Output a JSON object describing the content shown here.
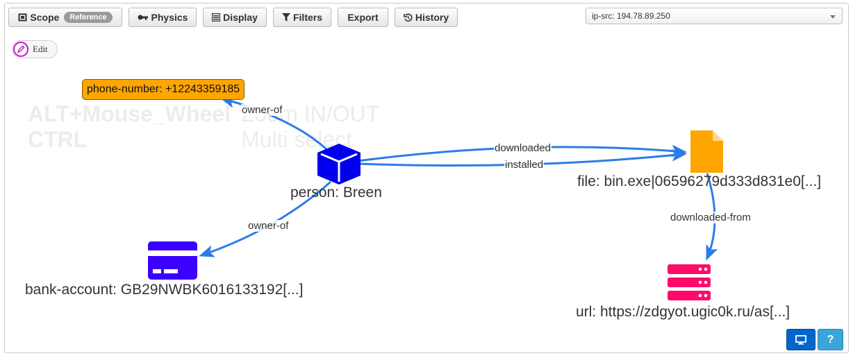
{
  "toolbar": {
    "scope_label": "Scope",
    "scope_badge": "Reference",
    "physics_label": "Physics",
    "display_label": "Display",
    "filters_label": "Filters",
    "export_label": "Export",
    "history_label": "History"
  },
  "selector": {
    "value": "ip-src: 194.78.89.250"
  },
  "edit": {
    "label": "Edit"
  },
  "hints": {
    "line1_left": "ALT+Mouse_Wheel",
    "line2_left": "CTRL",
    "line1_right": "Zoom IN/OUT",
    "line2_right": "Multi select"
  },
  "nodes": {
    "phone": "phone-number: +12243359185",
    "person": "person: Breen",
    "file": "file: bin.exe|06596279d333d831e0[...]",
    "bank": "bank-account: GB29NWBK6016133192[...]",
    "url": "url: https://zdgyot.ugic0k.ru/as[...]"
  },
  "edges": {
    "person_phone": "owner-of",
    "person_bank": "owner-of",
    "person_file_downloaded": "downloaded",
    "person_file_installed": "installed",
    "file_url": "downloaded-from"
  },
  "colors": {
    "edge": "#2b7ce9",
    "person": "#0000ee",
    "phone": "#ffa500",
    "file": "#ffa500",
    "bank": "#3b00ff",
    "url": "#ff0a6a",
    "monitor_button": "#0066cc",
    "help_button": "#3aa6d8"
  },
  "corner": {
    "help_label": "?"
  }
}
